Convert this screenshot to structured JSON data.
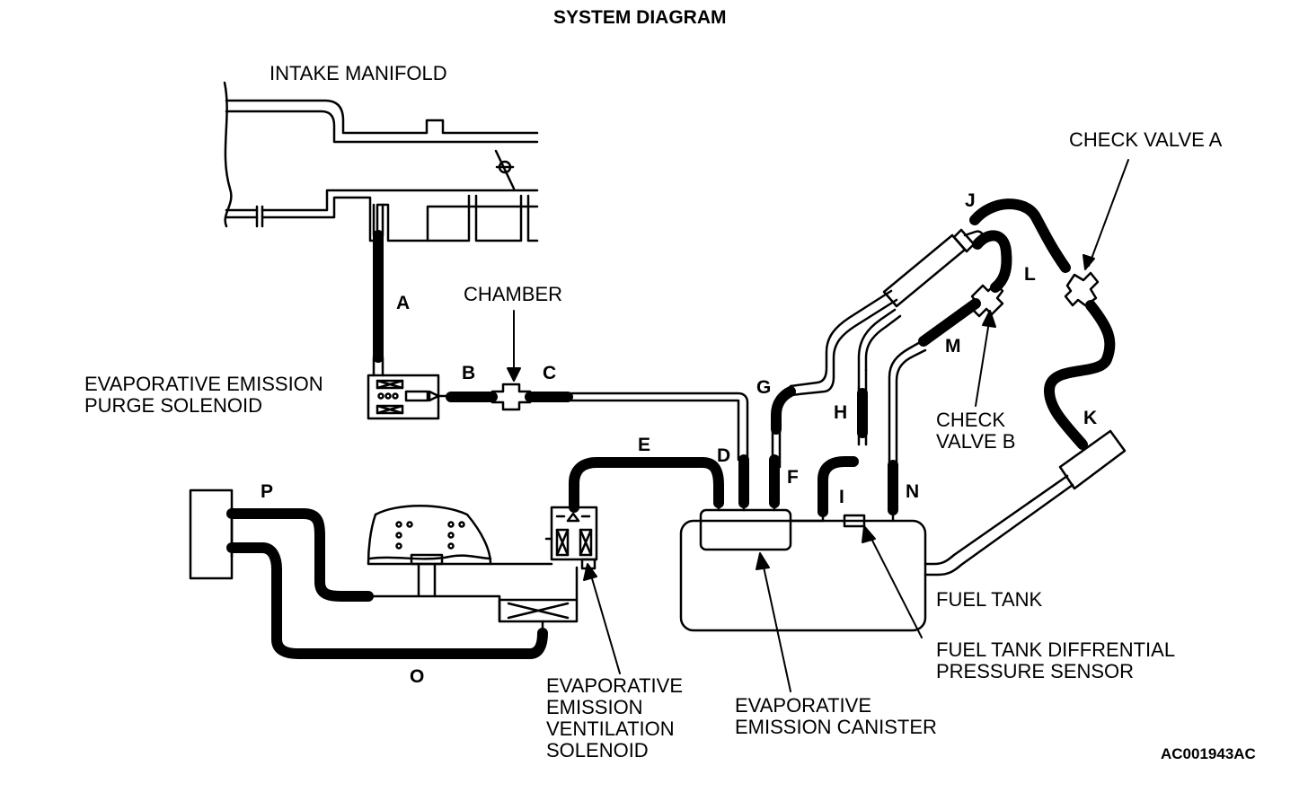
{
  "diagram": {
    "title": "SYSTEM DIAGRAM",
    "figure_code": "AC001943AC",
    "components": {
      "intake_manifold": "INTAKE MANIFOLD",
      "chamber": "CHAMBER",
      "check_valve_a": "CHECK VALVE A",
      "check_valve_b_line1": "CHECK",
      "check_valve_b_line2": "VALVE B",
      "purge_solenoid_line1": "EVAPORATIVE EMISSION",
      "purge_solenoid_line2": "PURGE SOLENOID",
      "vent_solenoid_line1": "EVAPORATIVE",
      "vent_solenoid_line2": "EMISSION",
      "vent_solenoid_line3": "VENTILATION",
      "vent_solenoid_line4": "SOLENOID",
      "canister_line1": "EVAPORATIVE",
      "canister_line2": "EMISSION CANISTER",
      "fuel_tank": "FUEL TANK",
      "pressure_sensor_line1": "FUEL TANK DIFFRENTIAL",
      "pressure_sensor_line2": "PRESSURE SENSOR"
    },
    "hoses": {
      "a": "A",
      "b": "B",
      "c": "C",
      "d": "D",
      "e": "E",
      "f": "F",
      "g": "G",
      "h": "H",
      "i": "I",
      "j": "J",
      "k": "K",
      "l": "L",
      "m": "M",
      "n": "N",
      "o": "O",
      "p": "P"
    }
  }
}
